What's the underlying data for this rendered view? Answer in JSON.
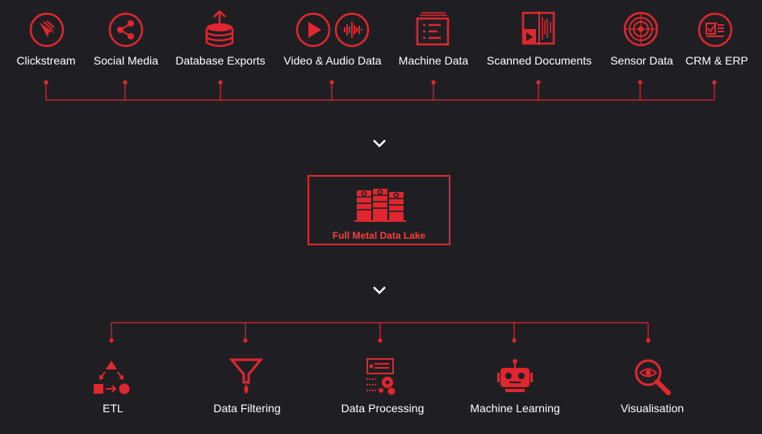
{
  "colors": {
    "accent": "#e0262e",
    "background": "#1f1f23",
    "text": "#ffffff"
  },
  "sources": [
    {
      "label": "Clickstream",
      "icon": "clickstream-icon"
    },
    {
      "label": "Social Media",
      "icon": "share-icon"
    },
    {
      "label": "Database Exports",
      "icon": "database-upload-icon"
    },
    {
      "label": "Video & Audio Data",
      "icon": "play-and-audio-wave-icon"
    },
    {
      "label": "Machine Data",
      "icon": "server-list-icon"
    },
    {
      "label": "Scanned Documents",
      "icon": "scanned-document-icon"
    },
    {
      "label": "Sensor Data",
      "icon": "sensor-icon"
    },
    {
      "label": "CRM & ERP",
      "icon": "checklist-icon"
    }
  ],
  "hub": {
    "label": "Full Metal Data Lake",
    "icon": "storage-tanks-icon"
  },
  "outputs": [
    {
      "label": "ETL",
      "icon": "etl-shapes-icon"
    },
    {
      "label": "Data Filtering",
      "icon": "funnel-icon"
    },
    {
      "label": "Data Processing",
      "icon": "data-gears-icon"
    },
    {
      "label": "Machine Learning",
      "icon": "robot-icon"
    },
    {
      "label": "Visualisation",
      "icon": "eye-magnifier-icon"
    }
  ]
}
